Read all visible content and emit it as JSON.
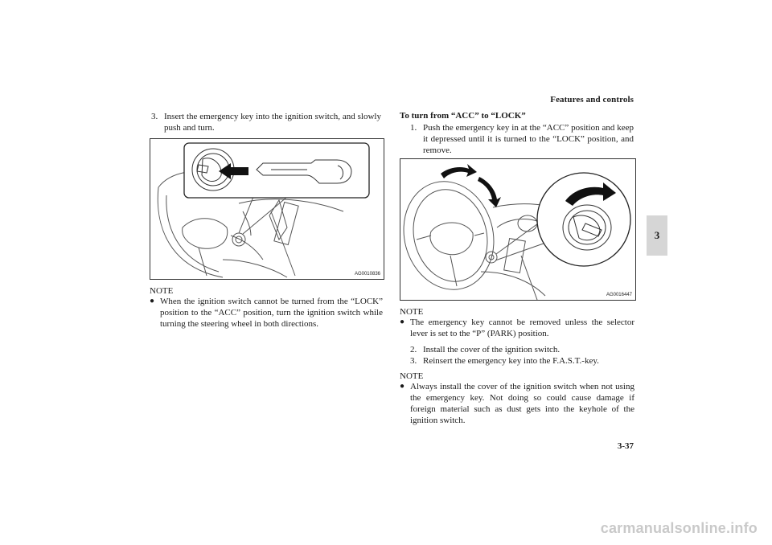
{
  "header": {
    "title": "Features and controls",
    "page_number": "3-37",
    "chapter": "3"
  },
  "left": {
    "step3": {
      "num": "3.",
      "text": "Insert the emergency key into the ignition switch, and slowly push and turn."
    },
    "figure1": {
      "code": "AG0010836"
    },
    "note_label": "NOTE",
    "note_bullet": "When the ignition switch cannot be turned from the “LOCK” position to the “ACC” position, turn the ignition switch while turning the steering wheel in both directions."
  },
  "right": {
    "subheading": "To turn from “ACC” to “LOCK”",
    "step1": {
      "num": "1.",
      "text": "Push the emergency key in at the “ACC” position and keep it depressed until it is turned to the “LOCK” position, and remove."
    },
    "figure2": {
      "code": "AG0016447"
    },
    "note1_label": "NOTE",
    "note1_bullet": "The emergency key cannot be removed unless the selector lever is set to the “P” (PARK) position.",
    "step2": {
      "num": "2.",
      "text": "Install the cover of the ignition switch."
    },
    "step3": {
      "num": "3.",
      "text": "Reinsert the emergency key into the F.A.S.T.-key."
    },
    "note2_label": "NOTE",
    "note2_bullet": "Always install the cover of the ignition switch when not using the emergency key. Not doing so could cause damage if foreign material such as dust gets into the keyhole of the ignition switch."
  },
  "watermark": "carmanualsonline.info",
  "icons": {
    "bullet": "bullet-dot-icon"
  }
}
